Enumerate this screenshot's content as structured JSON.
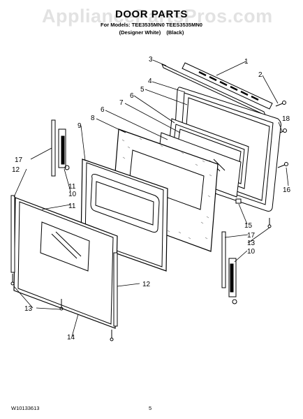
{
  "watermark": "AppliancePartsPros.com",
  "title": "DOOR PARTS",
  "models_line": "For Models: TEE3535MN0 TEES3535MN0",
  "colors": [
    "(Designer White)",
    "(Black)"
  ],
  "footer": {
    "doc_number": "W10133613",
    "page": "5"
  },
  "callouts": {
    "c1": "1",
    "c2": "2",
    "c3": "3",
    "c4": "4",
    "c5": "5",
    "c6a": "6",
    "c6b": "6",
    "c7": "7",
    "c8": "8",
    "c9": "9",
    "c10a": "10",
    "c10b": "10",
    "c11a": "11",
    "c11b": "11",
    "c12a": "12",
    "c12b": "12",
    "c13a": "13",
    "c13b": "13",
    "c14": "14",
    "c15": "15",
    "c16": "16",
    "c17a": "17",
    "c17b": "17",
    "c18": "18"
  }
}
